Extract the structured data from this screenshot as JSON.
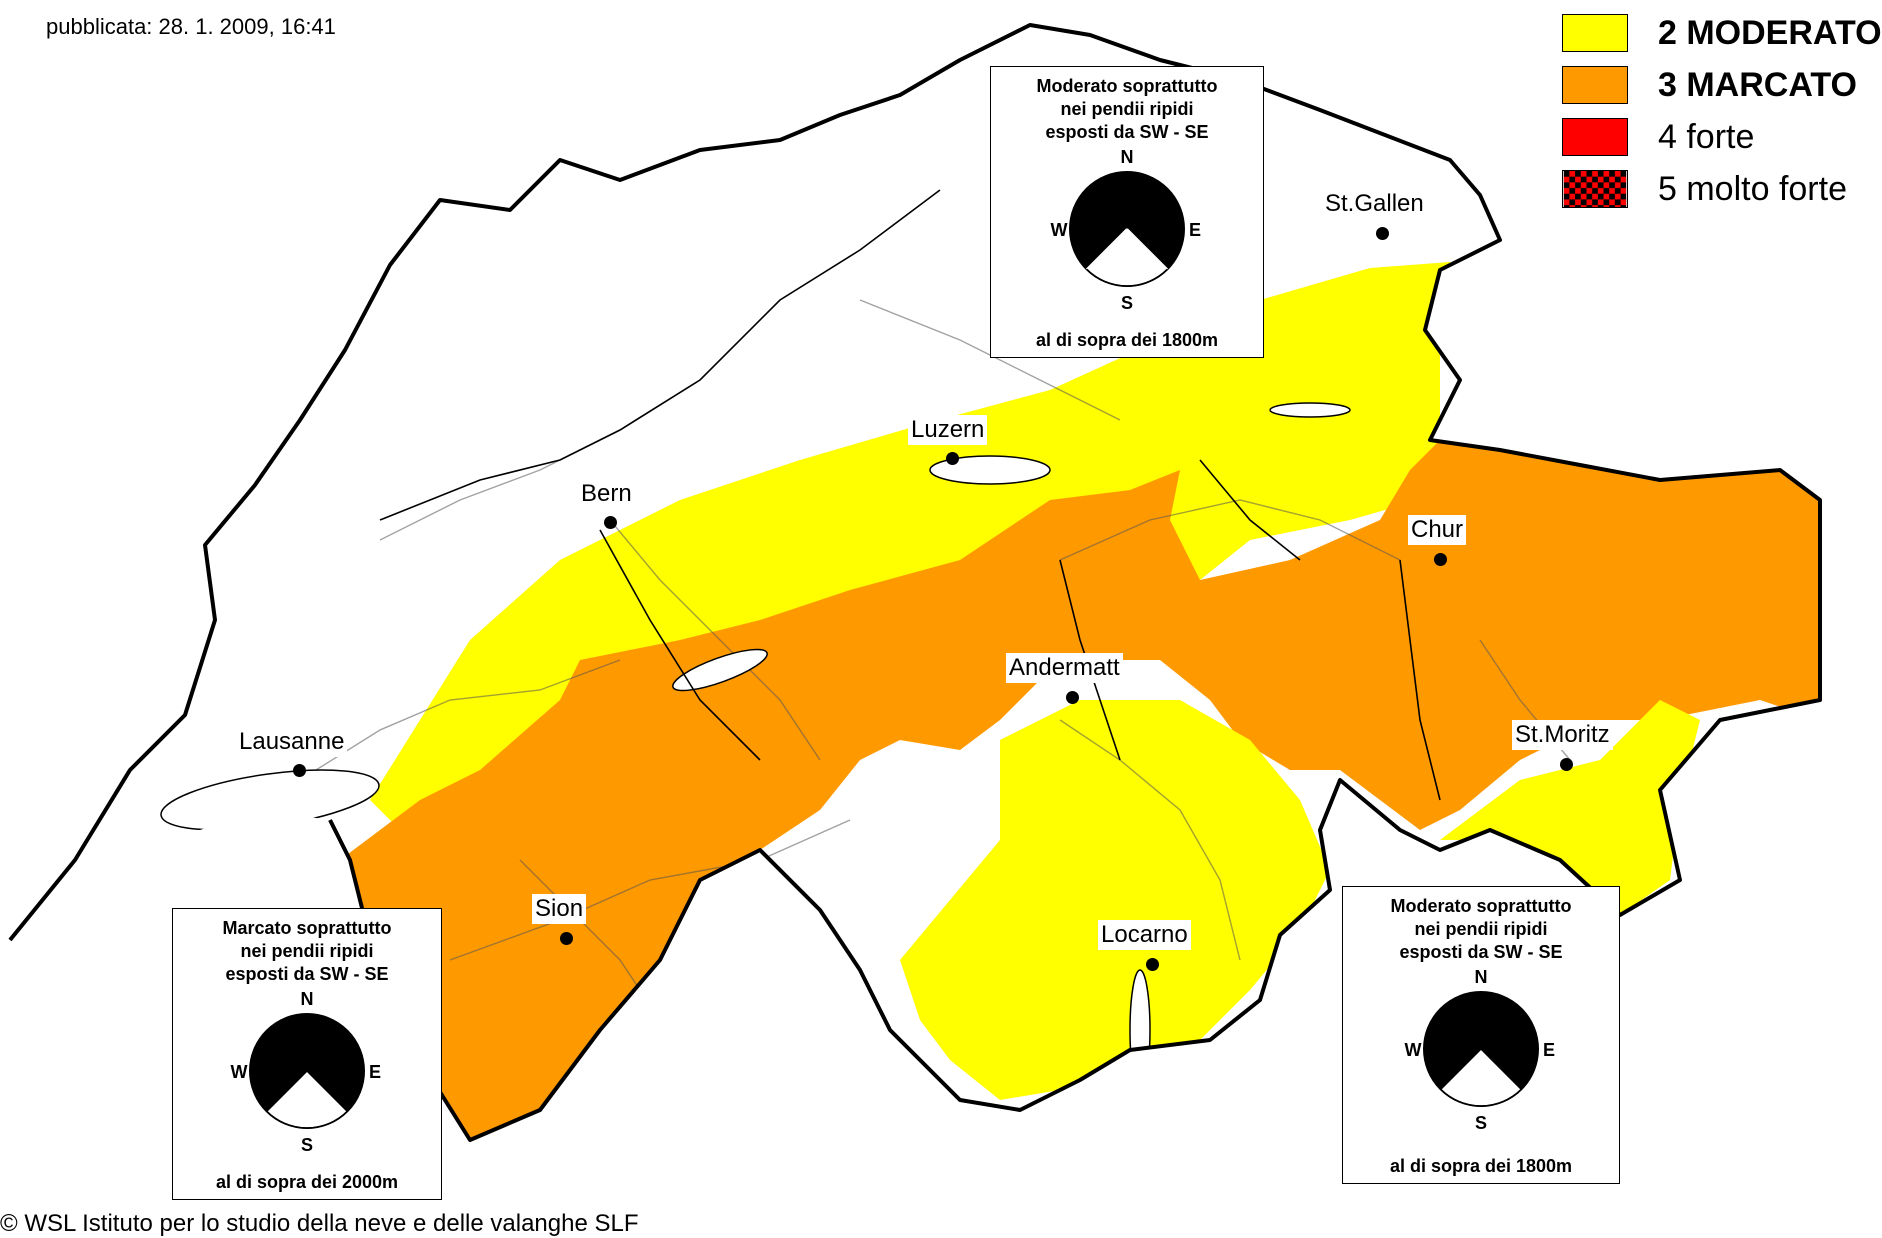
{
  "published": "pubblicata: 28. 1. 2009, 16:41",
  "copyright": "© WSL Istituto per lo studio della neve e delle valanghe SLF",
  "legend": [
    {
      "label": "2 MODERATO",
      "color": "#ffff00",
      "pattern": "solid",
      "bold": true
    },
    {
      "label": "3 MARCATO",
      "color": "#ff9900",
      "pattern": "solid",
      "bold": true
    },
    {
      "label": "4 forte",
      "color": "#ff0000",
      "pattern": "solid",
      "bold": false
    },
    {
      "label": "5 molto forte",
      "color": "#ff0000",
      "pattern": "checker",
      "bold": false
    }
  ],
  "cities": [
    "Lausanne",
    "Bern",
    "Luzern",
    "St.Gallen",
    "Chur",
    "Andermatt",
    "St.Moritz",
    "Sion",
    "Locarno"
  ],
  "aspect_boxes": [
    {
      "text": "Moderato soprattutto\nnei pendii ripidi\nesposti da SW - SE",
      "elevation": "al di sopra dei 1800m",
      "aspects_excluded": "SW-S-SE"
    },
    {
      "text": "Marcato soprattutto\nnei pendii ripidi\nesposti da SW - SE",
      "elevation": "al di sopra dei 2000m",
      "aspects_excluded": "SW-S-SE"
    },
    {
      "text": "Moderato soprattutto\nnei pendii ripidi\nesposti da SW - SE",
      "elevation": "al di sopra dei 1800m",
      "aspects_excluded": "SW-S-SE"
    }
  ],
  "compass": {
    "n": "N",
    "e": "E",
    "s": "S",
    "w": "W"
  },
  "colors": {
    "moderate": "#ffff00",
    "considerable": "#ff9900",
    "high": "#ff0000",
    "border": "#000000"
  }
}
